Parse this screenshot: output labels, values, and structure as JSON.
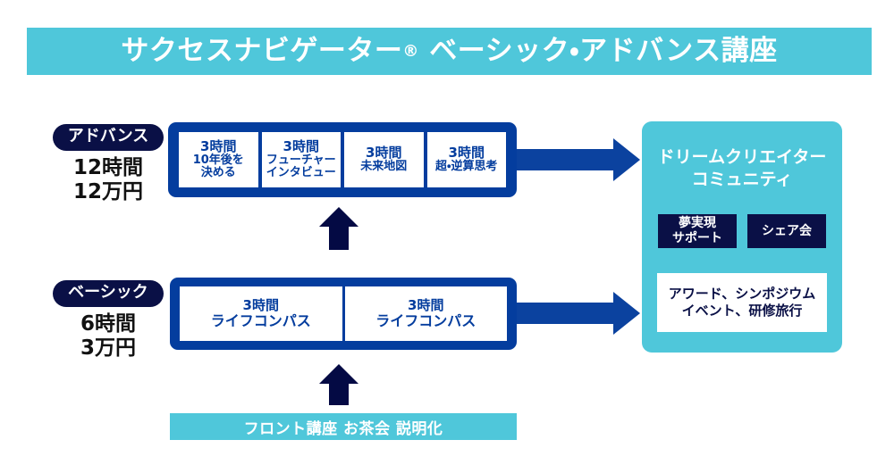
{
  "header": {
    "title_main": "サクセスナビゲーター",
    "title_reg": "®",
    "title_rest": " ベーシック・アドバンス講座"
  },
  "levels": {
    "advance": {
      "pill_label": "アドバンス",
      "hours": "12時間",
      "price": "12万円"
    },
    "basic": {
      "pill_label": "ベーシック",
      "hours": "6時間",
      "price": "3万円"
    }
  },
  "advance_course": {
    "modules": [
      {
        "hours": "3時間",
        "name_line1": "10年後を",
        "name_line2": "決める"
      },
      {
        "hours": "3時間",
        "name_line1": "フューチャー",
        "name_line2": "インタビュー"
      },
      {
        "hours": "3時間",
        "name_line1": "未来地図",
        "name_line2": ""
      },
      {
        "hours": "3時間",
        "name_line1": "超・逆算思考",
        "name_line2": ""
      }
    ]
  },
  "basic_course": {
    "modules": [
      {
        "hours": "3時間",
        "name_line1": "ライフコンパス",
        "name_line2": ""
      },
      {
        "hours": "3時間",
        "name_line1": "ライフコンパス",
        "name_line2": ""
      }
    ]
  },
  "community": {
    "title_line1": "ドリームクリエイター",
    "title_line2": "コミュニティ",
    "chips": [
      {
        "line1": "夢実現",
        "line2": "サポート"
      },
      {
        "line1": "シェア会",
        "line2": ""
      }
    ],
    "note_line1": "アワード、シンポジウム",
    "note_line2": "イベント、研修旅行"
  },
  "front_course": {
    "label": "フロント講座 お茶会 説明化"
  },
  "colors": {
    "cyan": "#4fc7da",
    "blue": "#043d9e",
    "navy": "#0a1046",
    "arrow_navy": "#040a44",
    "white": "#ffffff"
  }
}
